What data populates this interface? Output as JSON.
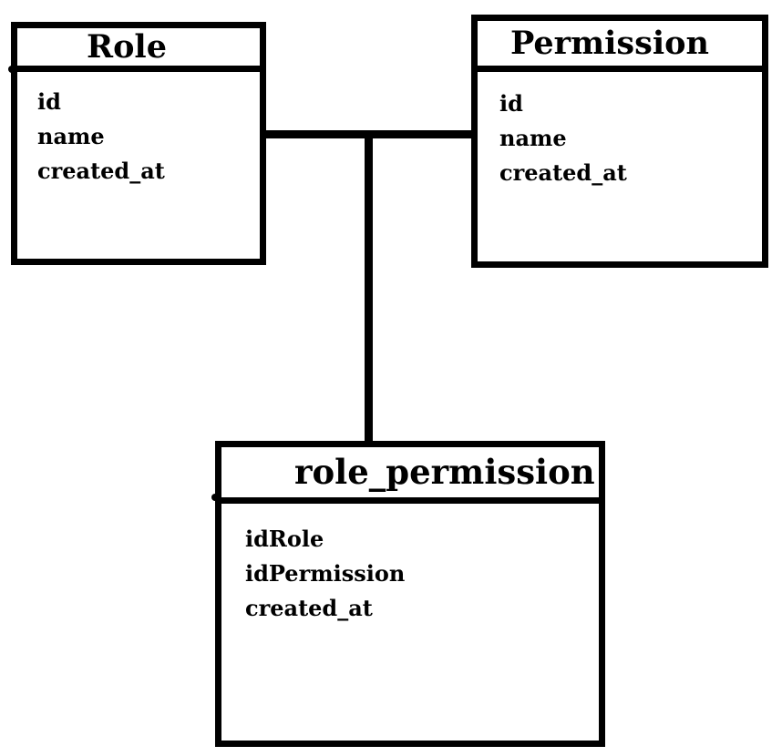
{
  "entities": {
    "role": {
      "title": "Role",
      "fields": [
        "id",
        "name",
        "created_at"
      ]
    },
    "permission": {
      "title": "Permission",
      "fields": [
        "id",
        "name",
        "created_at"
      ]
    },
    "role_permission": {
      "title": "role_permission",
      "fields": [
        "idRole",
        "idPermission",
        "created_at"
      ]
    }
  },
  "colors": {
    "line": "#000000",
    "background": "#ffffff"
  }
}
